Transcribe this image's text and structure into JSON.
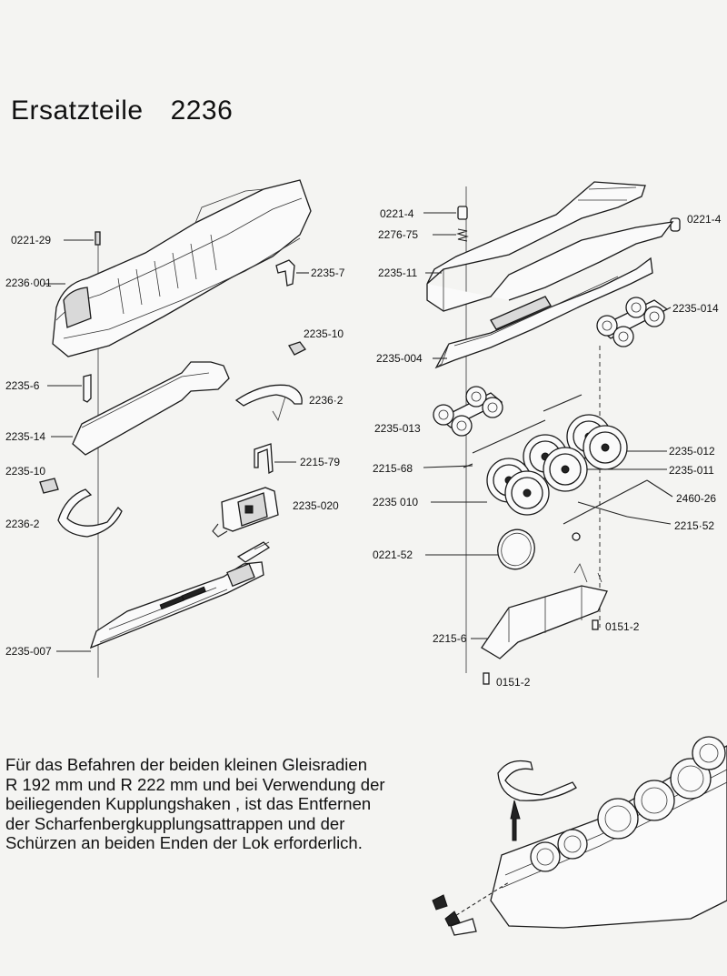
{
  "title": {
    "word": "Ersatzteile",
    "number": "2236"
  },
  "labels": {
    "l_0221_29": "0221-29",
    "l_2236_001": "2236·001",
    "l_2235_7": "2235-7",
    "l_2235_10_top": "2235-10",
    "l_2235_6": "2235-6",
    "l_2236_2_mid": "2236·2",
    "l_2235_14": "2235-14",
    "l_2215_79": "2215-79",
    "l_2235_10_left": "2235-10",
    "l_2235_020": "2235-020",
    "l_2236_2_left": "2236-2",
    "l_2235_007": "2235-007",
    "l_0221_4_left": "0221-4",
    "l_2276_75": "2276-75",
    "l_0221_4_right": "0221-4",
    "l_2235_11": "2235-11",
    "l_2235_014": "2235-014",
    "l_2235_004": "2235-004",
    "l_2235_013": "2235-013",
    "l_2235_012": "2235-012",
    "l_2215_68": "2215-68",
    "l_2235_011": "2235-011",
    "l_2235_010": "2235 010",
    "l_2460_26": "2460-26",
    "l_2215_52": "2215·52",
    "l_0221_52": "0221-52",
    "l_2215_6": "2215-6",
    "l_0151_2_right": "0151-2",
    "l_0151_2_bottom": "0151-2"
  },
  "note": {
    "lines": [
      "Für das Befahren der beiden kleinen Gleisradien",
      "R 192 mm und R 222 mm und bei Verwendung der",
      "beiliegenden Kupplungshaken , ist das Entfernen",
      "der Scharfenbergkupplungsattrappen und der",
      "Schürzen an beiden Enden der Lok erforderlich."
    ]
  }
}
